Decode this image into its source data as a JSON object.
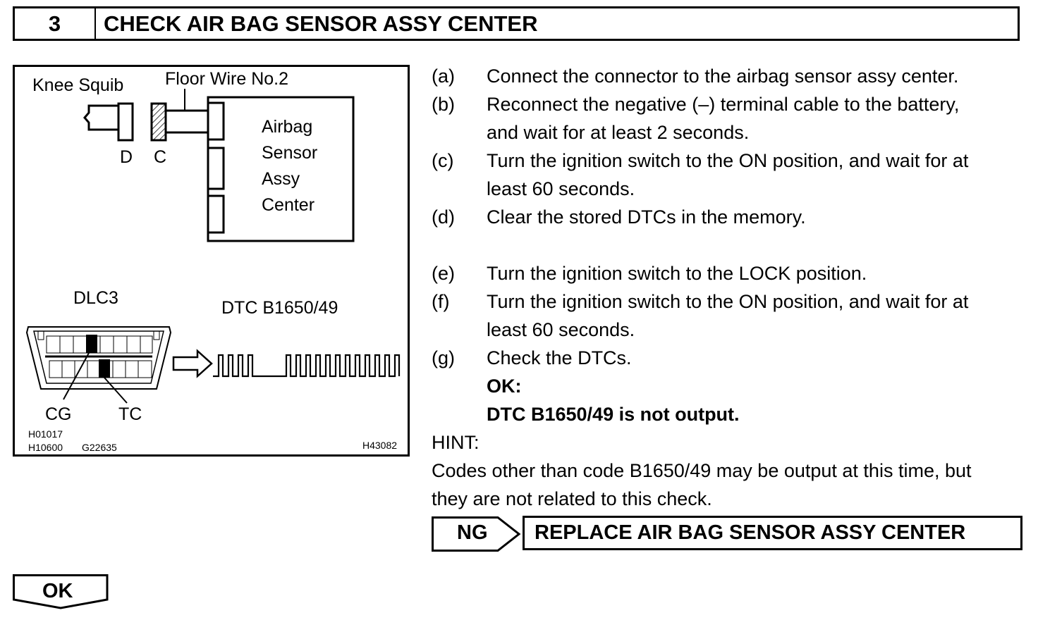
{
  "header": {
    "number": "3",
    "title": "CHECK AIR BAG SENSOR ASSY CENTER"
  },
  "figure": {
    "knee_squib": "Knee Squib",
    "floor_wire": "Floor Wire No.2",
    "airbag_lines": [
      "Airbag",
      "Sensor",
      "Assy",
      "Center"
    ],
    "connector_d": "D",
    "connector_c": "C",
    "dlc3": "DLC3",
    "dtc": "DTC B1650/49",
    "cg": "CG",
    "tc": "TC",
    "code_1": "H01017",
    "code_2": "H10600",
    "code_3": "G22635",
    "code_4": "H43082"
  },
  "steps": [
    {
      "label": "(a)",
      "lines": [
        "Connect the connector to the airbag sensor assy center."
      ]
    },
    {
      "label": "(b)",
      "lines": [
        "Reconnect the negative (–) terminal cable to the battery,",
        "and wait for at least 2 seconds."
      ]
    },
    {
      "label": "(c)",
      "lines": [
        "Turn the ignition switch to the ON position, and wait for at",
        "least 60 seconds."
      ]
    },
    {
      "label": "(d)",
      "lines": [
        "Clear the stored DTCs in the memory."
      ]
    },
    {
      "label": "(e)",
      "lines": [
        "Turn the ignition switch to the LOCK position."
      ]
    },
    {
      "label": "(f)",
      "lines": [
        "Turn the ignition switch to the ON position, and wait for at",
        "least 60 seconds."
      ]
    },
    {
      "label": "(g)",
      "lines": [
        "Check the DTCs."
      ]
    }
  ],
  "ok_result": {
    "heading": "OK:",
    "text": "DTC B1650/49 is not output."
  },
  "hint": {
    "label": "HINT:",
    "lines": [
      "Codes other than code B1650/49 may be output at this time, but",
      "they are not related to this check."
    ]
  },
  "ng": {
    "label": "NG",
    "action": "REPLACE AIR BAG SENSOR ASSY CENTER"
  },
  "ok_button": {
    "label": "OK"
  }
}
